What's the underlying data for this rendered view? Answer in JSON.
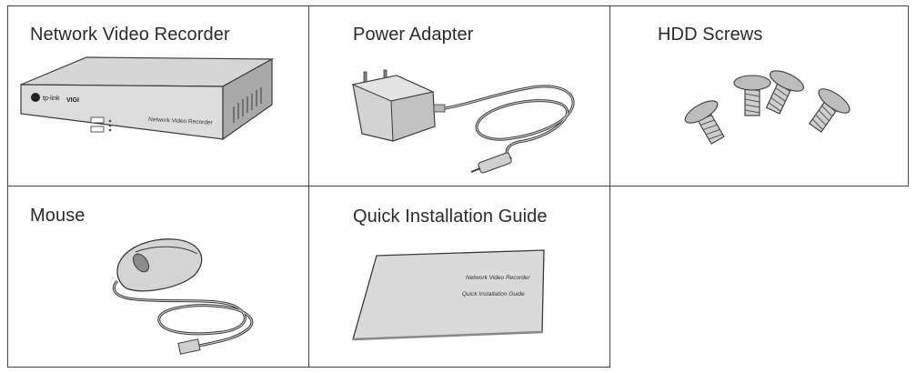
{
  "items": [
    {
      "label": "Network Video Recorder"
    },
    {
      "label": "Power Adapter"
    },
    {
      "label": "HDD Screws"
    },
    {
      "label": "Mouse"
    },
    {
      "label": "Quick Installation Guide"
    }
  ],
  "nvr_device": {
    "brand": "tp-link",
    "model": "VIGI",
    "panel_text": "Network Video Recorder"
  },
  "guide_booklet": {
    "line1": "Network Video Recorder",
    "line2": "Quick Installation Guide"
  },
  "colors": {
    "border": "#444444",
    "device_fill": "#d3d3d3",
    "device_shadow": "#9a9a9a",
    "outline": "#3a3a3a"
  }
}
